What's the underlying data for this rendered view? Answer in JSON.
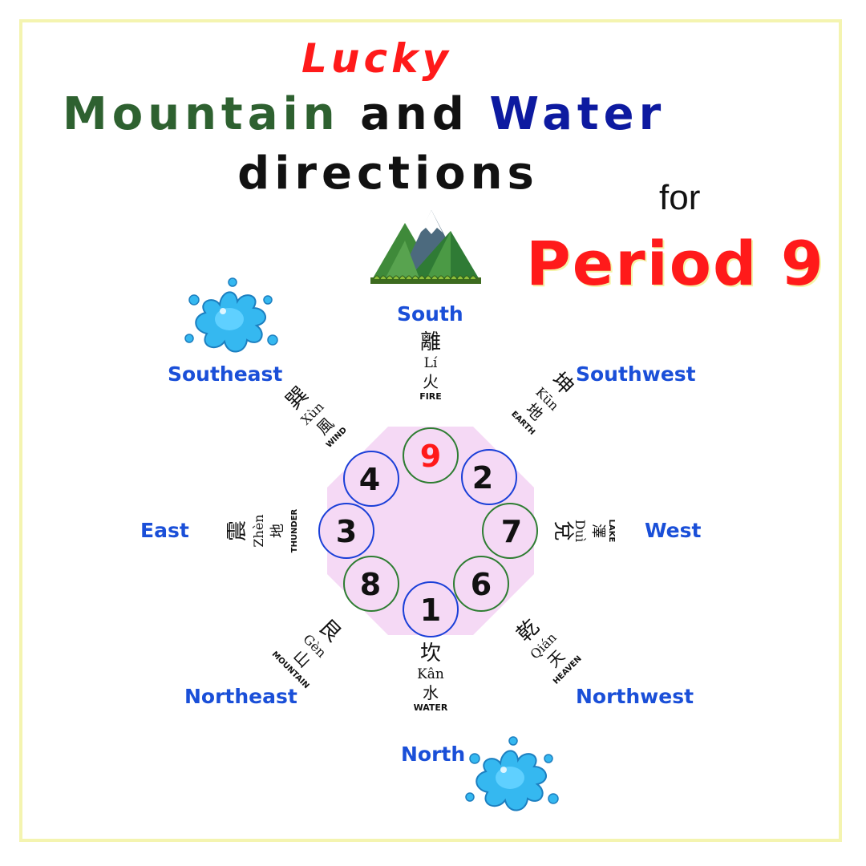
{
  "title": {
    "lucky": "Lucky",
    "mountain": "Mountain",
    "and": "and",
    "water": "Water",
    "directions": "directions",
    "for": "for",
    "period": "Period 9"
  },
  "center_color": "#f5d9f5",
  "directions": {
    "south": "South",
    "southwest": "Southwest",
    "west": "West",
    "northwest": "Northwest",
    "north": "North",
    "northeast": "Northeast",
    "east": "East",
    "southeast": "Southeast"
  },
  "trigrams": {
    "south": {
      "chinese": "離",
      "pinyin": "Lí",
      "element_cn": "火",
      "element": "FIRE"
    },
    "southwest": {
      "chinese": "坤",
      "pinyin": "Kūn",
      "element_cn": "地",
      "element": "EARTH"
    },
    "west": {
      "chinese": "兌",
      "pinyin": "Duì",
      "element_cn": "澤",
      "element": "LAKE"
    },
    "northwest": {
      "chinese": "乾",
      "pinyin": "Qián",
      "element_cn": "天",
      "element": "HEAVEN"
    },
    "north": {
      "chinese": "坎",
      "pinyin": "Kân",
      "element_cn": "水",
      "element": "WATER"
    },
    "northeast": {
      "chinese": "艮",
      "pinyin": "Gèn",
      "element_cn": "山",
      "element": "MOUNTAIN"
    },
    "east": {
      "chinese": "震",
      "pinyin": "Zhèn",
      "element_cn": "地",
      "element": "THUNDER"
    },
    "southeast": {
      "chinese": "巽",
      "pinyin": "Xùn",
      "element_cn": "風",
      "element": "WIND"
    }
  },
  "stars": {
    "south": {
      "number": "9",
      "ring": "green",
      "highlight": true
    },
    "southwest": {
      "number": "2",
      "ring": "blue"
    },
    "west": {
      "number": "7",
      "ring": "green"
    },
    "northwest": {
      "number": "6",
      "ring": "green"
    },
    "north": {
      "number": "1",
      "ring": "blue"
    },
    "northeast": {
      "number": "8",
      "ring": "green"
    },
    "east": {
      "number": "3",
      "ring": "blue"
    },
    "southeast": {
      "number": "4",
      "ring": "blue"
    }
  },
  "icons": [
    "mountain-icon",
    "water-splash-icon"
  ]
}
